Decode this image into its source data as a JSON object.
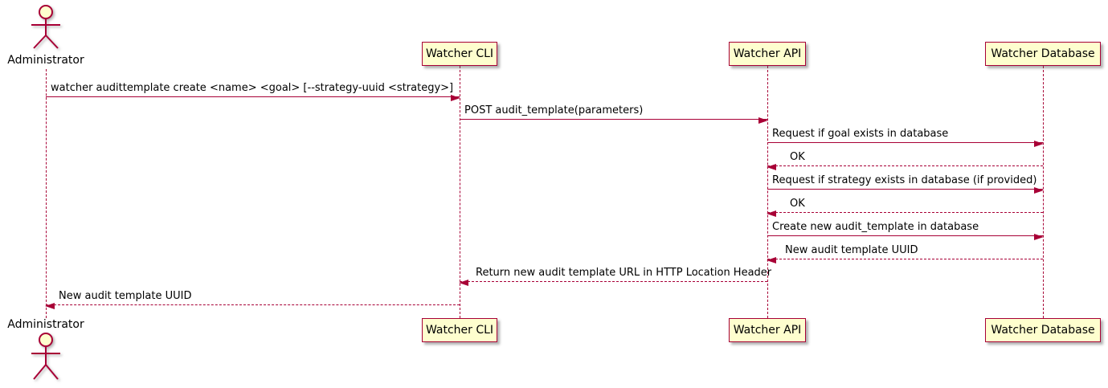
{
  "diagram": {
    "type": "uml-sequence",
    "colors": {
      "box_fill": "#FEFECE",
      "line_and_border": "#A80036",
      "text": "#000000",
      "background": "#FFFFFF"
    },
    "actor": {
      "label": "Administrator"
    },
    "participants": [
      {
        "label": "Watcher CLI"
      },
      {
        "label": "Watcher API"
      },
      {
        "label": "Watcher Database"
      }
    ],
    "messages": [
      {
        "from": "Administrator",
        "to": "Watcher CLI",
        "style": "solid",
        "text": "watcher audittemplate create <name> <goal> [--strategy-uuid <strategy>]"
      },
      {
        "from": "Watcher CLI",
        "to": "Watcher API",
        "style": "solid",
        "text": "POST audit_template(parameters)"
      },
      {
        "from": "Watcher API",
        "to": "Watcher Database",
        "style": "solid",
        "text": "Request if goal exists in database"
      },
      {
        "from": "Watcher Database",
        "to": "Watcher API",
        "style": "dashed",
        "text": "OK"
      },
      {
        "from": "Watcher API",
        "to": "Watcher Database",
        "style": "solid",
        "text": "Request if strategy exists in database (if provided)"
      },
      {
        "from": "Watcher Database",
        "to": "Watcher API",
        "style": "dashed",
        "text": "OK"
      },
      {
        "from": "Watcher API",
        "to": "Watcher Database",
        "style": "solid",
        "text": "Create new audit_template in database"
      },
      {
        "from": "Watcher Database",
        "to": "Watcher API",
        "style": "dashed",
        "text": "New audit template UUID"
      },
      {
        "from": "Watcher API",
        "to": "Watcher CLI",
        "style": "dashed",
        "text": "Return new audit template URL in HTTP Location Header"
      },
      {
        "from": "Watcher CLI",
        "to": "Administrator",
        "style": "dashed",
        "text": "New audit template UUID"
      }
    ]
  }
}
